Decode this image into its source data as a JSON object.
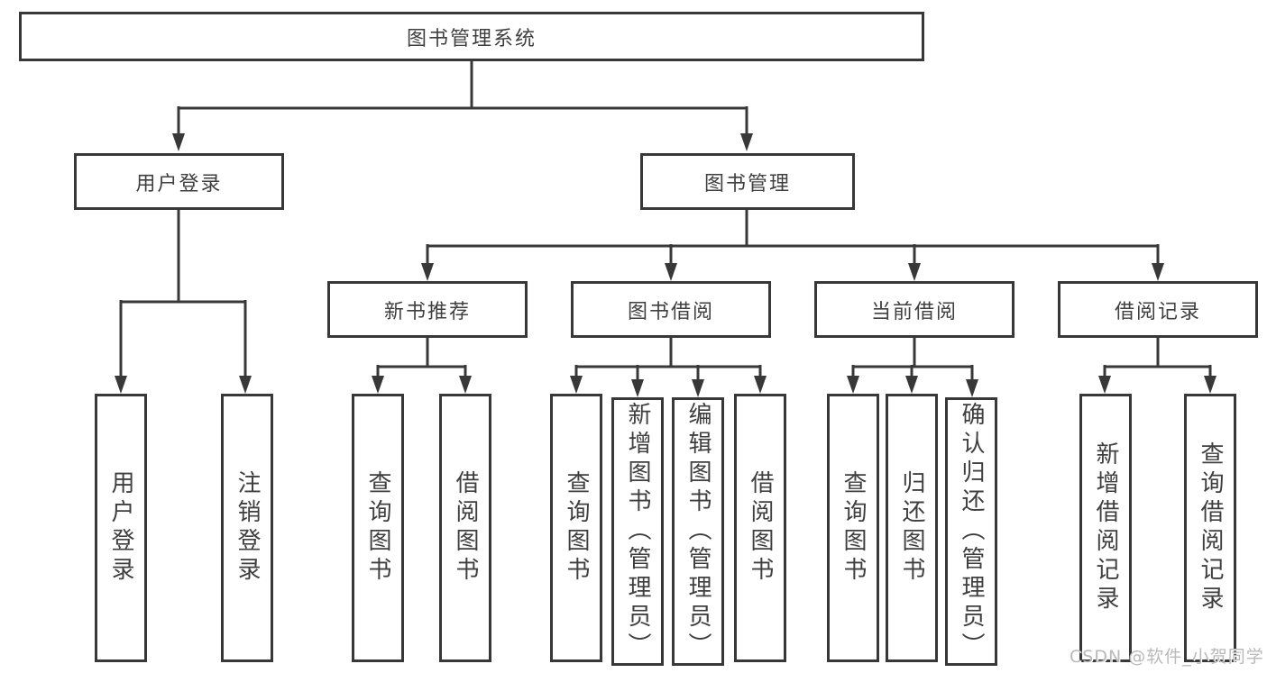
{
  "diagram_title": "图书管理系统",
  "tree": {
    "label": "图书管理系统",
    "children": [
      {
        "label": "用户登录",
        "children": [
          {
            "label": "用户登录"
          },
          {
            "label": "注销登录"
          }
        ]
      },
      {
        "label": "图书管理",
        "children": [
          {
            "label": "新书推荐",
            "children": [
              {
                "label": "查询图书"
              },
              {
                "label": "借阅图书"
              }
            ]
          },
          {
            "label": "图书借阅",
            "children": [
              {
                "label": "查询图书"
              },
              {
                "label": "新增图书（管理员）"
              },
              {
                "label": "编辑图书（管理员）"
              },
              {
                "label": "借阅图书"
              }
            ]
          },
          {
            "label": "当前借阅",
            "children": [
              {
                "label": "查询图书"
              },
              {
                "label": "归还图书"
              },
              {
                "label": "确认归还（管理员）"
              }
            ]
          },
          {
            "label": "借阅记录",
            "children": [
              {
                "label": "新增借阅记录"
              },
              {
                "label": "查询借阅记录"
              }
            ]
          }
        ]
      }
    ]
  },
  "watermark": {
    "text": "CSDN @软件_小贺同学"
  },
  "colors": {
    "line": "#383838",
    "text": "#3f3f3f",
    "box_background": "#ffffff",
    "page_background": "#ffffff",
    "watermark": "#b9b9b9"
  }
}
